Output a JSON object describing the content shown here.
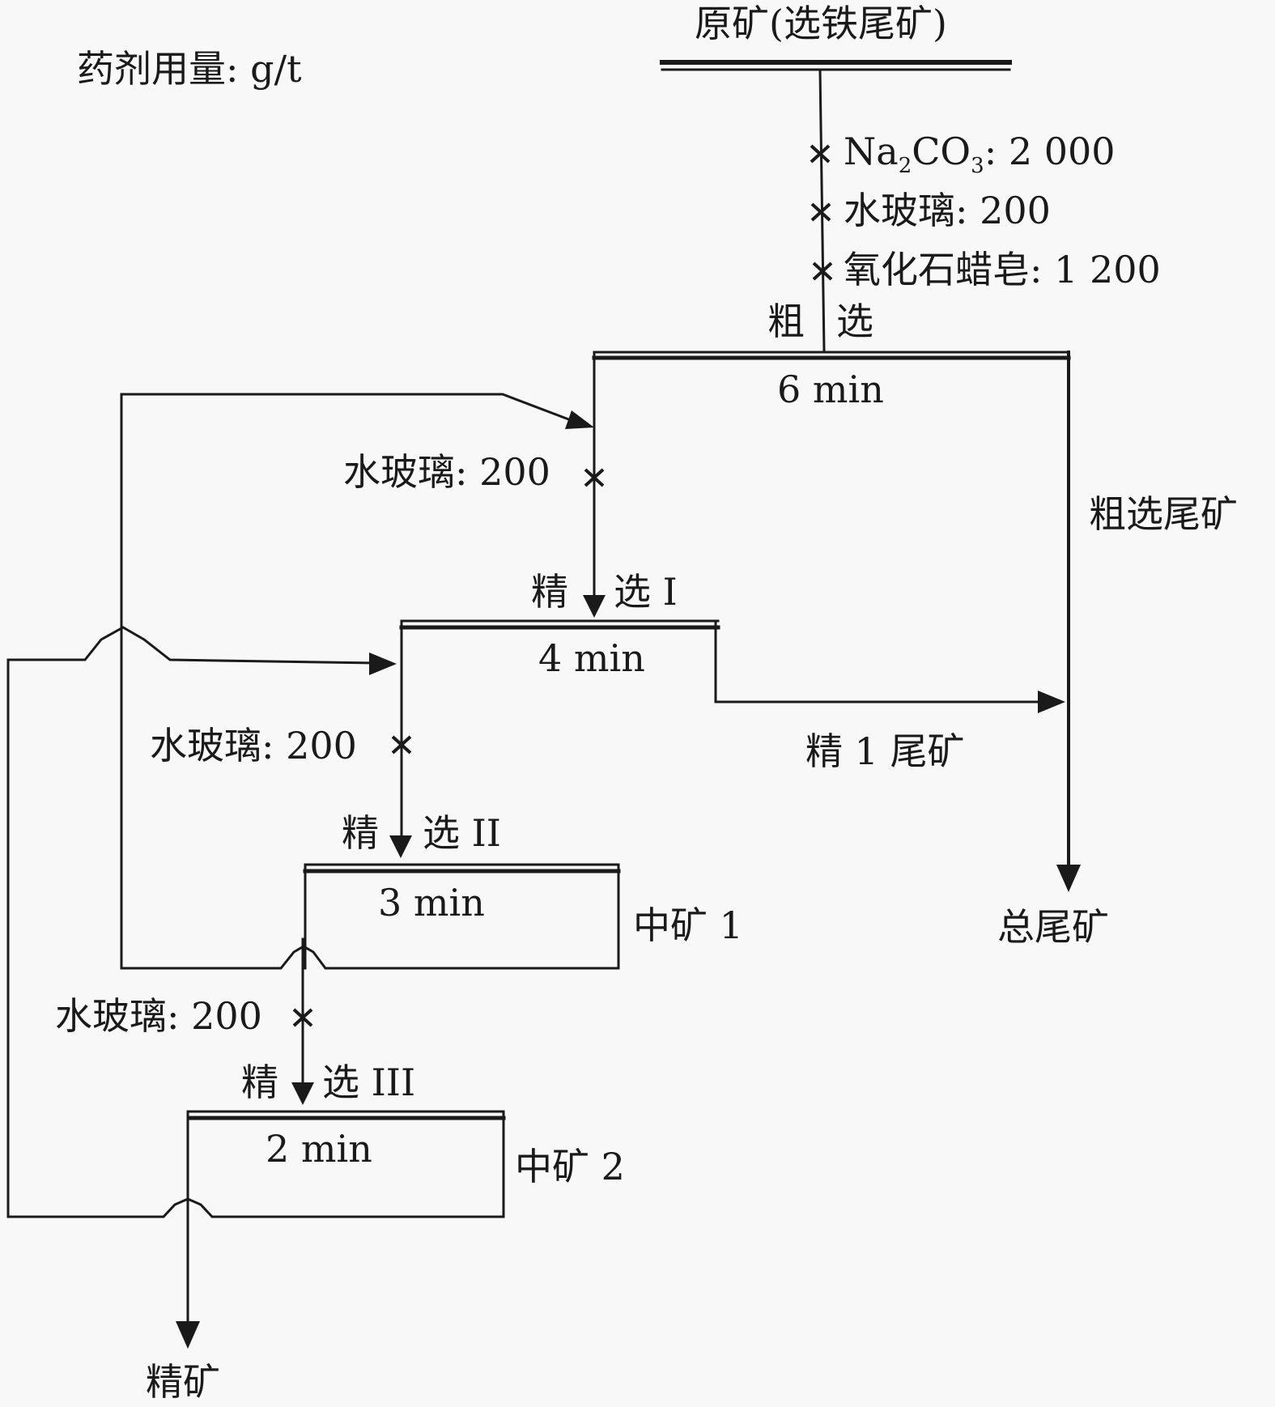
{
  "dosage_unit_note": "药剂用量: g/t",
  "feed": {
    "label": "原矿(选铁尾矿)"
  },
  "rougher": {
    "reagents": [
      {
        "name_main": "Na",
        "sub1": "2",
        "name_mid": "CO",
        "sub2": "3",
        "suffix": ": 2 000"
      },
      {
        "text": "水玻璃: 200"
      },
      {
        "text": "氧化石蜡皂: 1 200"
      }
    ],
    "stage_label_left": "粗",
    "stage_label_right": "选",
    "time": "6 min",
    "tailings_label": "粗选尾矿"
  },
  "cleaner1": {
    "reagent": "水玻璃: 200",
    "stage_label_left": "精",
    "stage_label_right": "选 I",
    "time": "4 min",
    "tailings_label": "精 1 尾矿"
  },
  "cleaner2": {
    "reagent": "水玻璃: 200",
    "stage_label_left": "精",
    "stage_label_right": "选 II",
    "time": "3 min",
    "middlings_label": "中矿 1"
  },
  "cleaner3": {
    "reagent": "水玻璃: 200",
    "stage_label_left": "精",
    "stage_label_right": "选 III",
    "time": "2 min",
    "middlings_label": "中矿 2"
  },
  "products": {
    "total_tailings": "总尾矿",
    "concentrate": "精矿"
  }
}
